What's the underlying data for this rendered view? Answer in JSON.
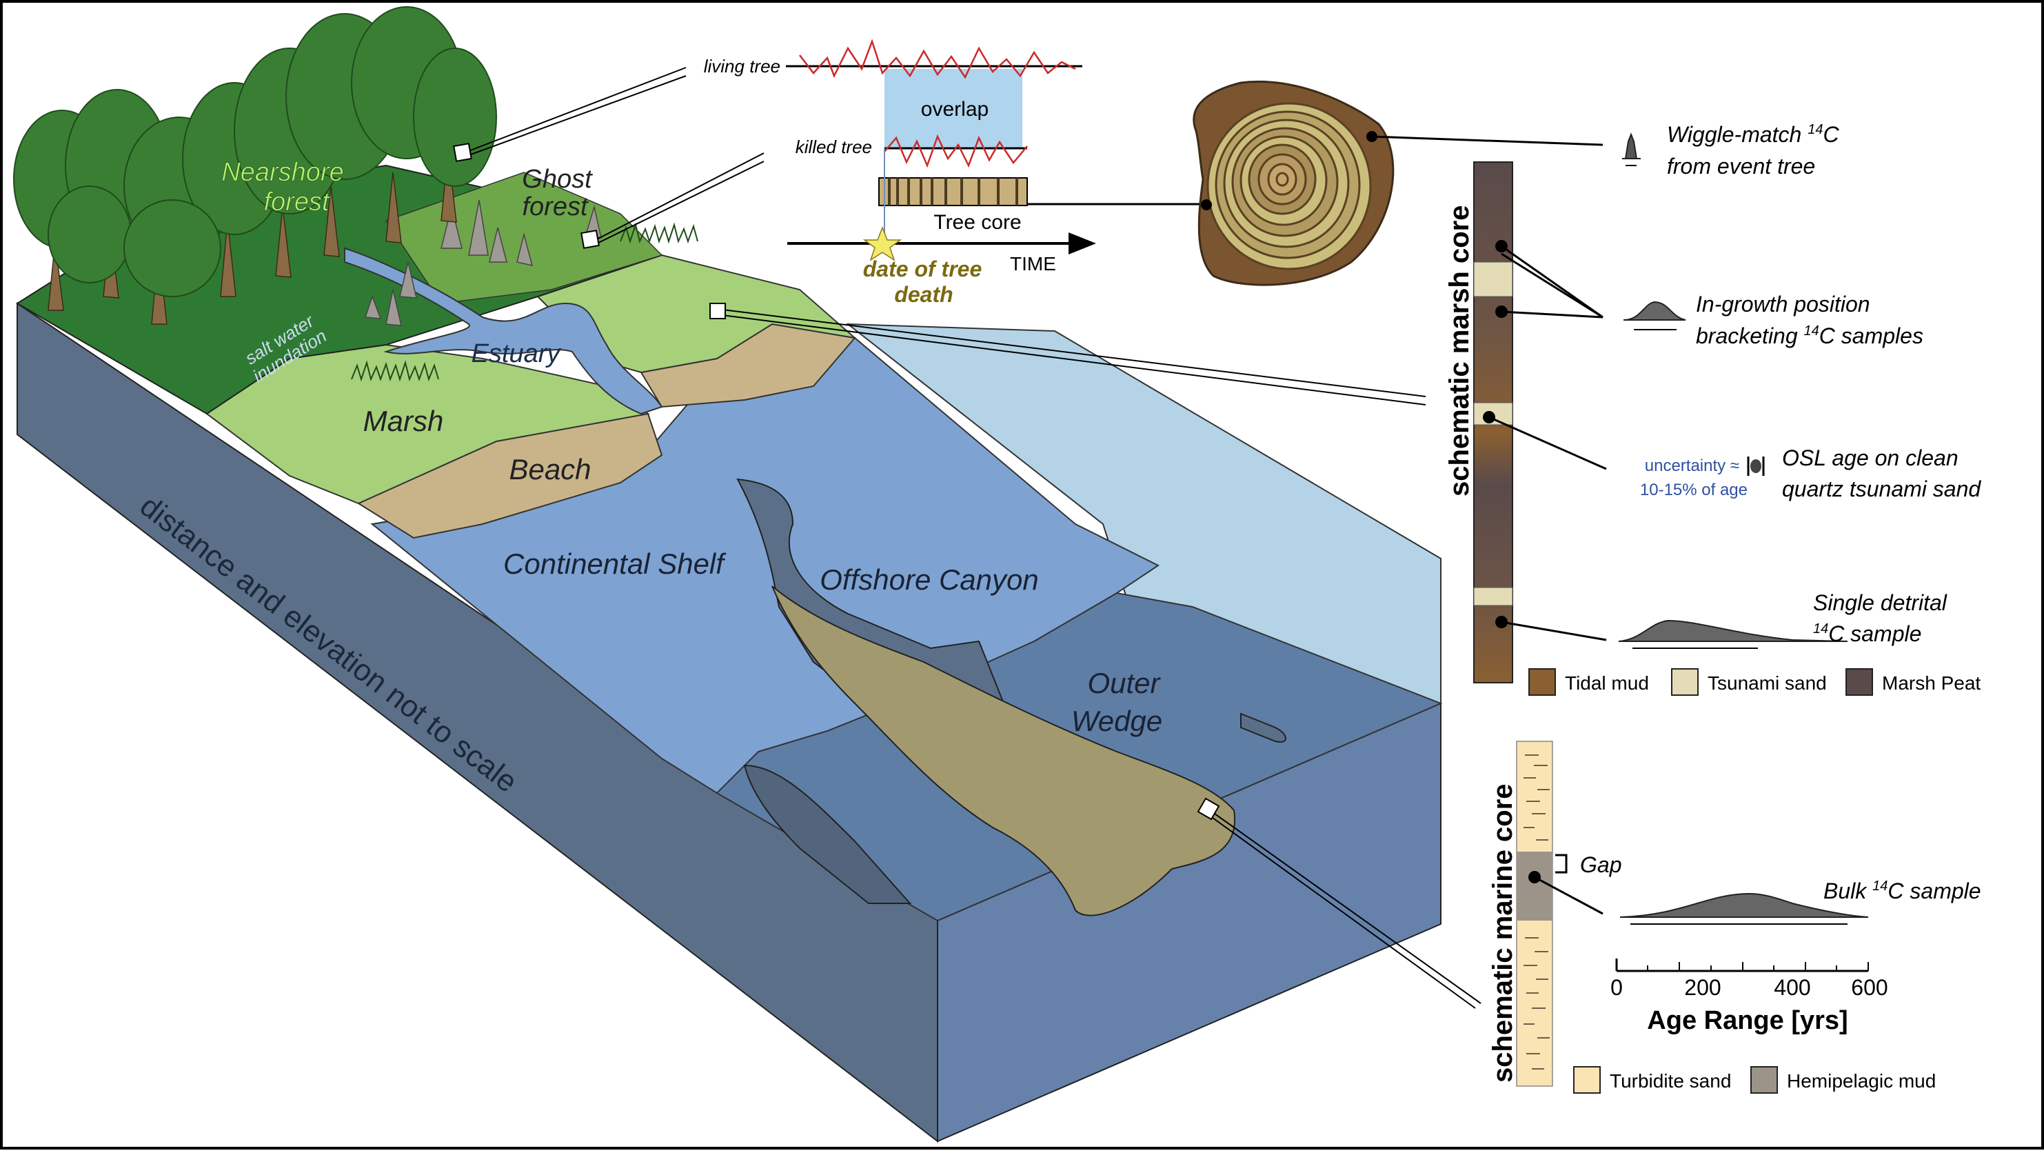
{
  "block_diagram": {
    "labels": {
      "nearshore_forest": [
        "Nearshore",
        "forest"
      ],
      "ghost_forest": [
        "Ghost",
        "forest"
      ],
      "salt_water": [
        "salt water",
        "inundation"
      ],
      "estuary": "Estuary",
      "marsh": "Marsh",
      "beach": "Beach",
      "continental_shelf": "Continental Shelf",
      "offshore_canyon": "Offshore Canyon",
      "outer_wedge": [
        "Outer",
        "Wedge"
      ],
      "scale_note": "distance and elevation not to scale"
    },
    "colors": {
      "forest_green": "#2f7a32",
      "marsh_green": "#a6d17a",
      "beach_tan": "#c9b48a",
      "shelf_blue": "#7ea3d2",
      "deep_blue": "#5f7ea6",
      "canyon_gray": "#5b7088",
      "wedge_olive": "#a29a6e",
      "ocean_light": "#b4d3e6"
    }
  },
  "tree_ring_panel": {
    "living_tree": "living tree",
    "killed_tree": "killed tree",
    "overlap": "overlap",
    "tree_core": "Tree core",
    "time": "TIME",
    "date_of_death": [
      "date of tree",
      "death"
    ]
  },
  "marsh_core": {
    "title": "schematic marsh core",
    "annotations": {
      "wiggle": [
        "Wiggle-match ",
        "14",
        "C",
        "from event tree"
      ],
      "ingrowth": [
        "In-growth position",
        "bracketing ",
        "14",
        "C samples"
      ],
      "osl_uncertainty": [
        "uncertainty ≈",
        "10-15% of age"
      ],
      "osl": [
        "OSL age on clean",
        "quartz tsunami sand"
      ],
      "detrital": [
        "Single detrital",
        "14",
        "C sample"
      ]
    },
    "legend": [
      {
        "label": "Tidal mud",
        "color": "#8a5f32"
      },
      {
        "label": "Tsunami sand",
        "color": "#e3dcb6"
      },
      {
        "label": "Marsh Peat",
        "color": "#5a4a4a"
      }
    ]
  },
  "marine_core": {
    "title": "schematic marine core",
    "gap": "Gap",
    "bulk": [
      "Bulk ",
      "14",
      "C sample"
    ],
    "legend": [
      {
        "label": "Turbidite sand",
        "color": "#fbe4b3"
      },
      {
        "label": "Hemipelagic mud",
        "color": "#9c9488"
      }
    ]
  },
  "age_axis": {
    "title": "Age Range [yrs]",
    "ticks": [
      "0",
      "200",
      "400",
      "600"
    ]
  }
}
